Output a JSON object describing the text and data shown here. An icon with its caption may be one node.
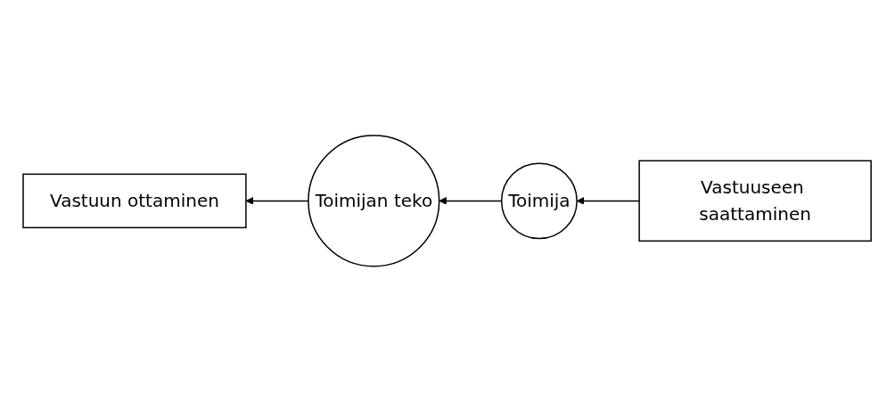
{
  "diagram": {
    "nodes": [
      {
        "text": [
          "Vastuun ottaminen"
        ]
      },
      {
        "text": [
          "Toimijan teko"
        ]
      },
      {
        "text": [
          "Toimija"
        ]
      },
      {
        "text": [
          "Vastuuseen saattaminen"
        ]
      }
    ],
    "edges": [
      {
        "from": 1,
        "to": 0,
        "arrow": "to"
      },
      {
        "from": 2,
        "to": 1,
        "arrow": "to"
      },
      {
        "from": 3,
        "to": 2,
        "arrow": "to"
      }
    ]
  }
}
